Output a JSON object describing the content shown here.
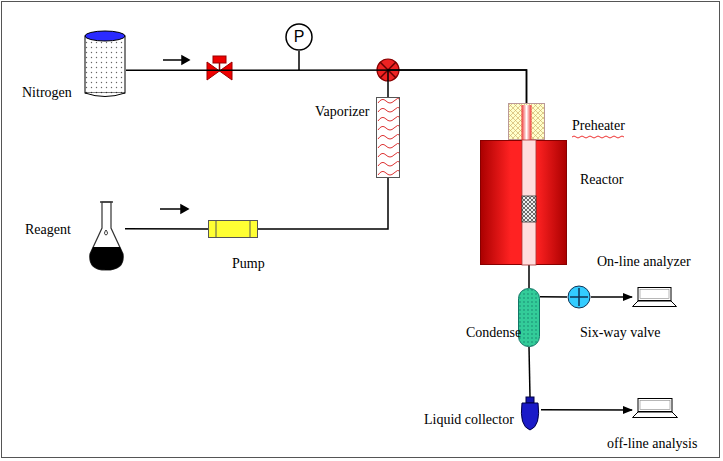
{
  "diagram": {
    "nodes": [
      {
        "text": [
          "Nitrogen"
        ]
      },
      {
        "text": [
          "P"
        ]
      },
      {
        "text": [
          "Vaporizer"
        ]
      },
      {
        "text": [
          "Reagent"
        ]
      },
      {
        "text": [
          "Pump"
        ]
      },
      {
        "text": [
          "Preheater"
        ]
      },
      {
        "text": [
          "Reactor"
        ]
      },
      {
        "text": [
          "Condense"
        ]
      },
      {
        "text": [
          "Six-way valve"
        ]
      },
      {
        "text": [
          "On-line analyzer"
        ]
      },
      {
        "text": [
          "Liquid collector"
        ]
      },
      {
        "text": [
          "off-line analysis"
        ]
      }
    ],
    "edges": [
      {
        "from": 0,
        "to": 5,
        "arrow": "none"
      },
      {
        "from": 3,
        "to": 4,
        "arrow": "none"
      },
      {
        "from": 4,
        "to": 2,
        "arrow": "none"
      },
      {
        "from": 2,
        "to": 5,
        "arrow": "none"
      },
      {
        "from": 6,
        "to": 7,
        "arrow": "none"
      },
      {
        "from": 7,
        "to": 8,
        "arrow": "none"
      },
      {
        "from": 8,
        "to": 9,
        "arrow": "to"
      },
      {
        "from": 7,
        "to": 10,
        "arrow": "none"
      },
      {
        "from": 10,
        "to": 11,
        "arrow": "to"
      }
    ]
  }
}
